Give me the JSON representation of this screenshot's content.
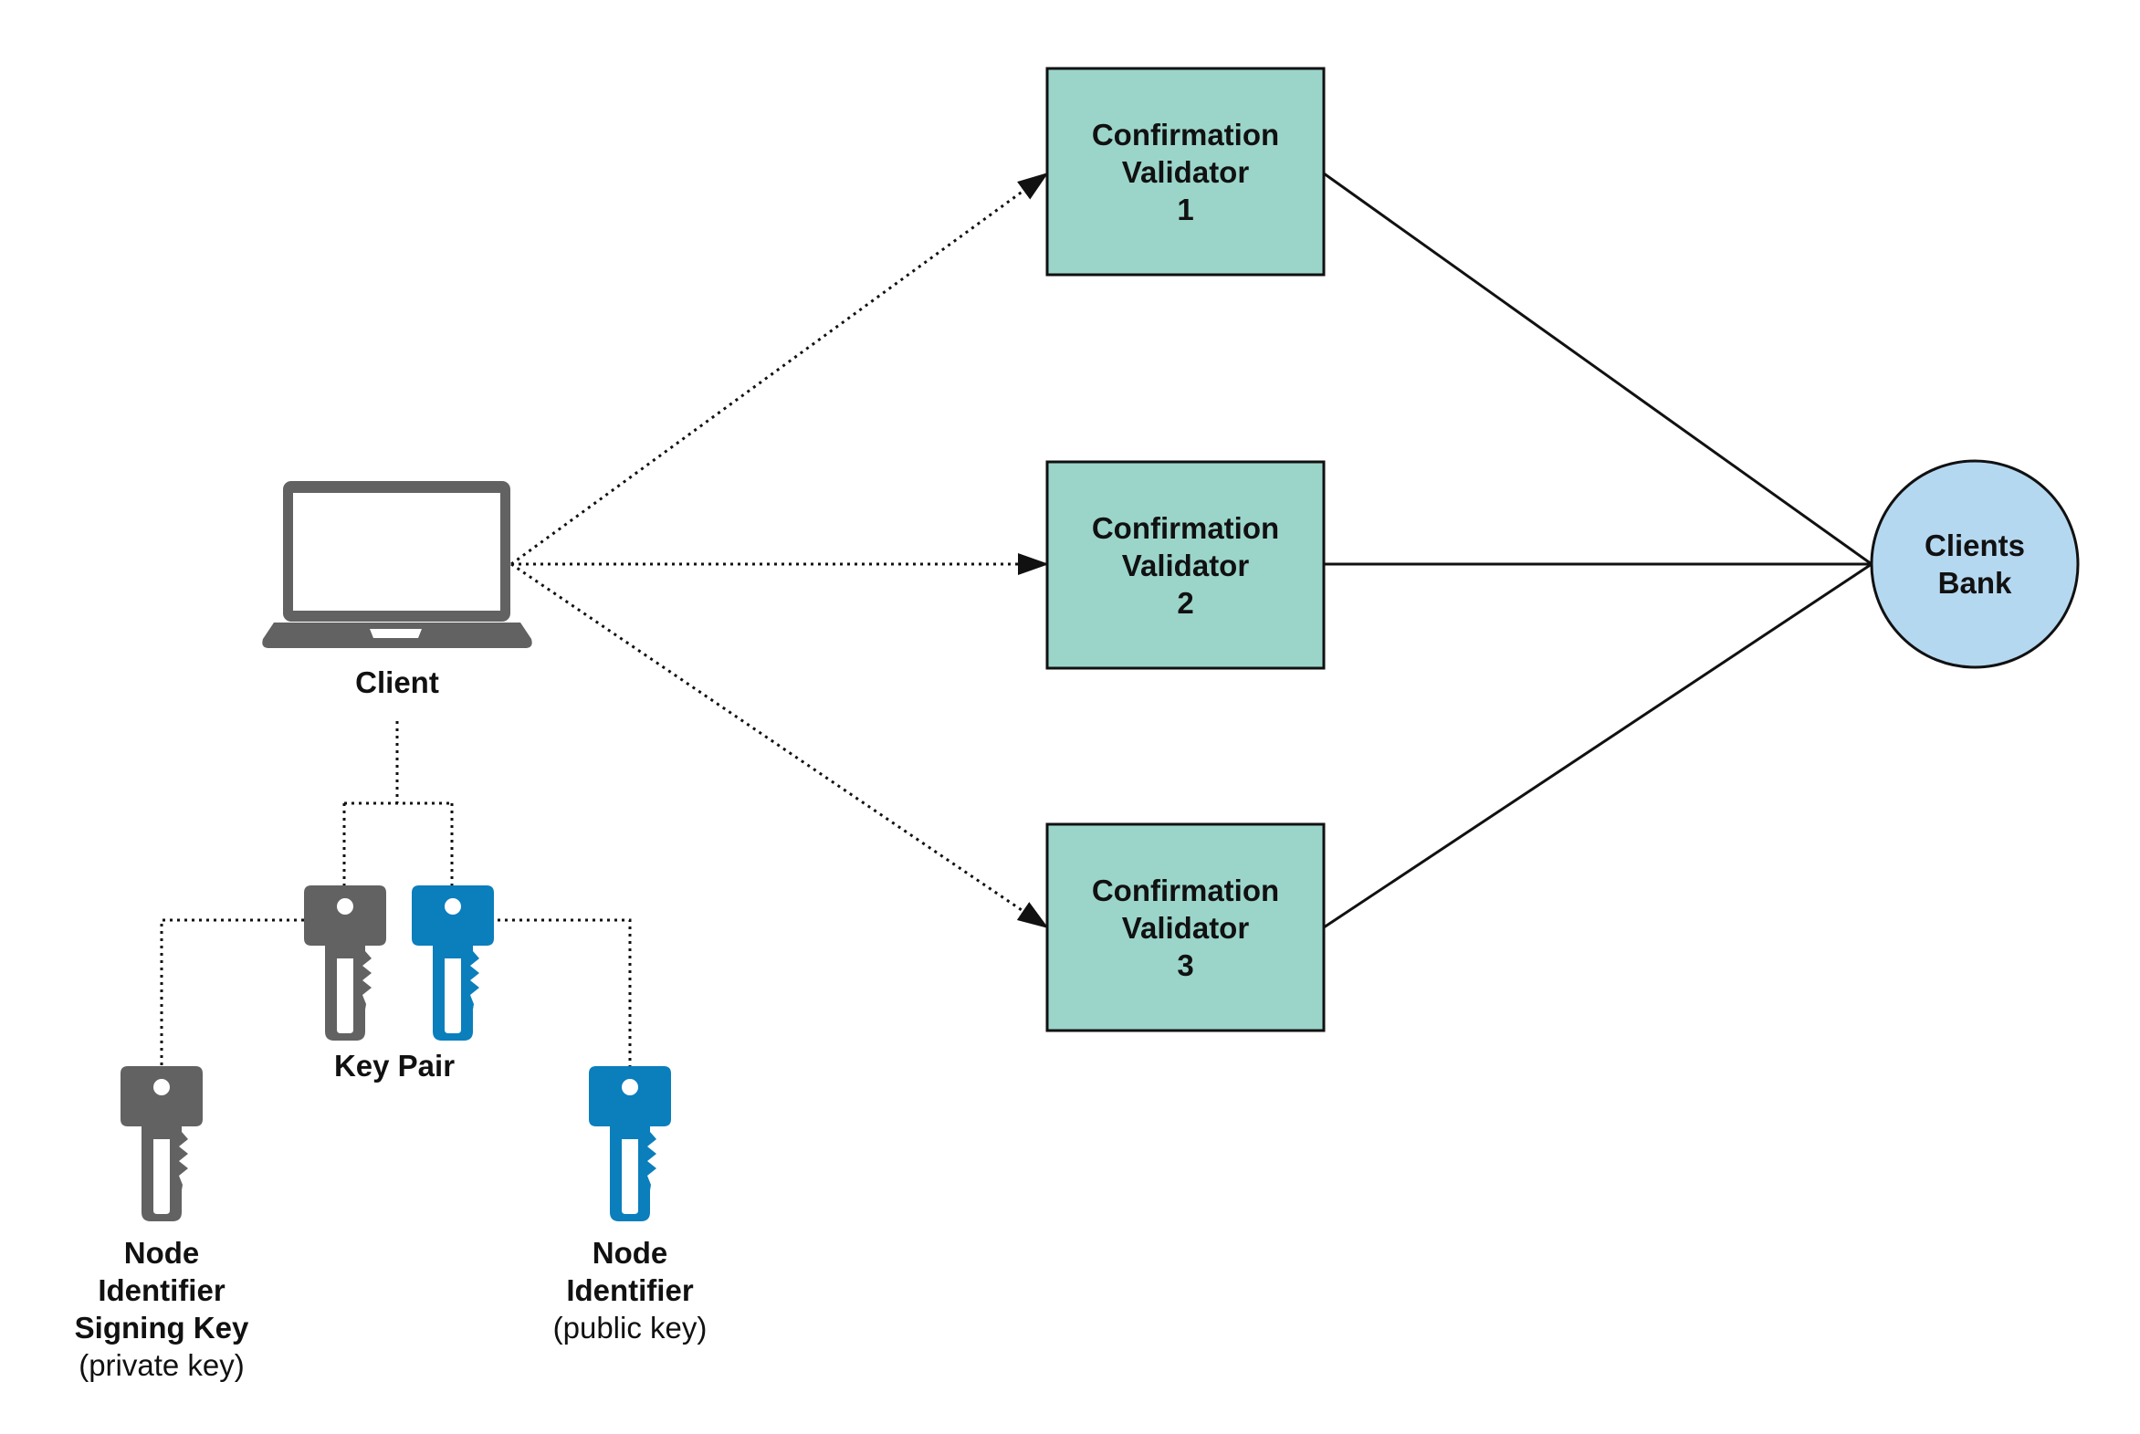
{
  "colors": {
    "validator_fill": "#9bd5ca",
    "bank_fill": "#b5d8f1",
    "key_gray": "#626262",
    "key_blue": "#0b7ebc",
    "laptop": "#626262",
    "stroke": "#111111"
  },
  "client": {
    "label": "Client",
    "icon": "laptop-icon"
  },
  "key_pair": {
    "label": "Key Pair",
    "icons": [
      "key-icon",
      "key-icon"
    ]
  },
  "signing_key": {
    "line1": "Node",
    "line2": "Identifier",
    "line3": "Signing Key",
    "line4": "(private key)",
    "icon": "key-icon"
  },
  "node_identifier": {
    "line1": "Node",
    "line2": "Identifier",
    "line3": "(public key)",
    "icon": "key-icon"
  },
  "validators": [
    {
      "line1": "Confirmation",
      "line2": "Validator",
      "line3": "1"
    },
    {
      "line1": "Confirmation",
      "line2": "Validator",
      "line3": "2"
    },
    {
      "line1": "Confirmation",
      "line2": "Validator",
      "line3": "3"
    }
  ],
  "bank": {
    "line1": "Clients",
    "line2": "Bank"
  }
}
